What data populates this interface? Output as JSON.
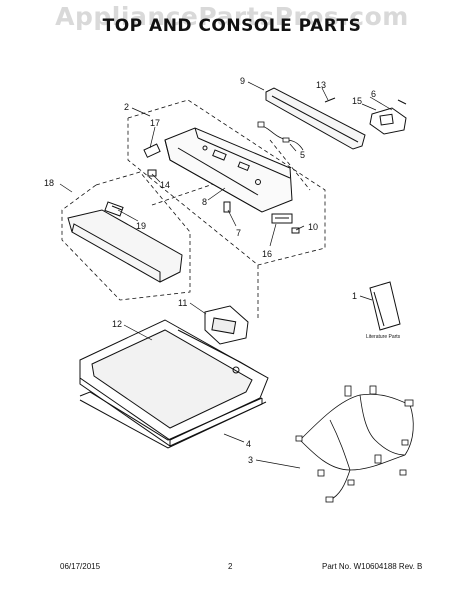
{
  "watermark": "AppliancePartsPros.com",
  "title": "TOP AND CONSOLE PARTS",
  "callouts": {
    "c1": "1",
    "c2": "2",
    "c3": "3",
    "c4": "4",
    "c5": "5",
    "c6": "6",
    "c7": "7",
    "c8": "8",
    "c9": "9",
    "c10": "10",
    "c11": "11",
    "c12": "12",
    "c13": "13",
    "c14": "14",
    "c15": "15",
    "c16": "16",
    "c17": "17",
    "c18": "18",
    "c19": "19"
  },
  "literature_label": "Literature Parts",
  "footer": {
    "date": "06/17/2015",
    "page": "2",
    "part": "Part No.  W10604188   Rev. B"
  }
}
